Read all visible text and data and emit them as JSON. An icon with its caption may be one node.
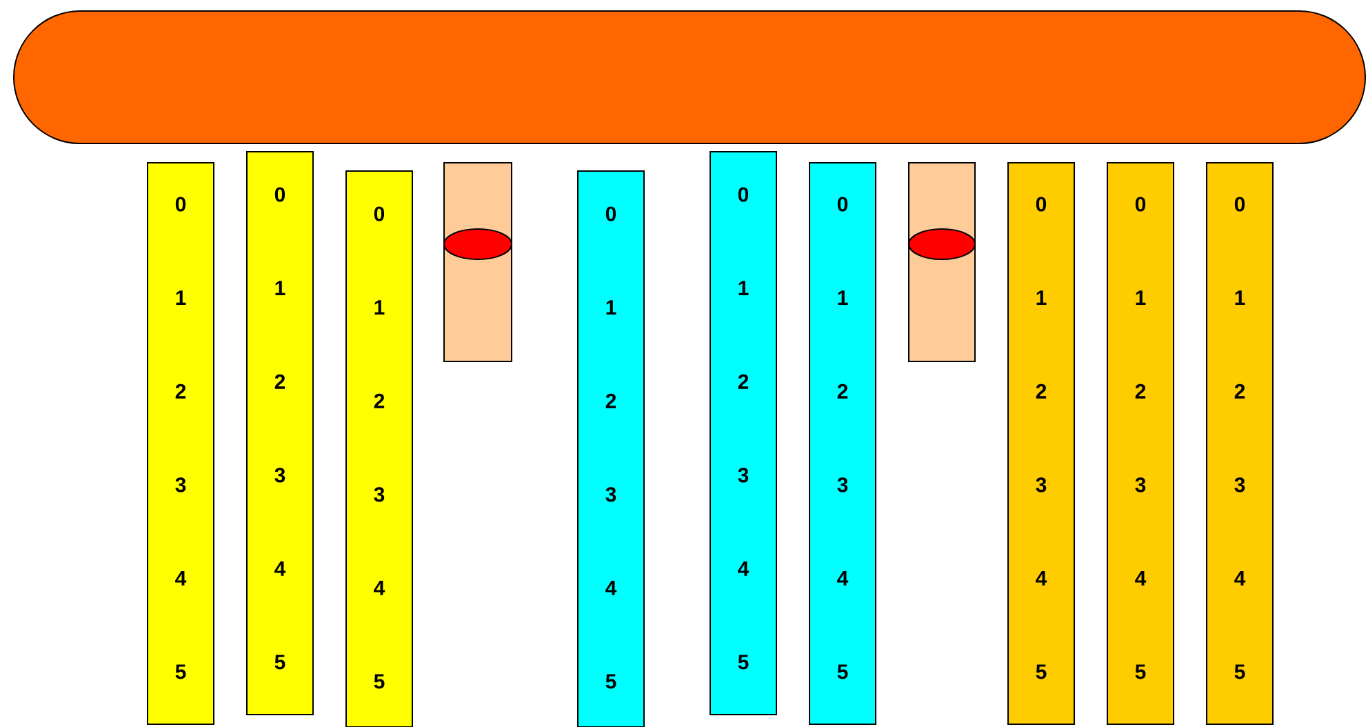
{
  "diagram": {
    "nodes": [
      {
        "text": [],
        "shape": "box"
      },
      {
        "text": [
          "0",
          "1",
          "2",
          "3",
          "4",
          "5"
        ]
      },
      {
        "text": [
          "0",
          "1",
          "2",
          "3",
          "4",
          "5"
        ]
      },
      {
        "text": [
          "0",
          "1",
          "2",
          "3",
          "4",
          "5"
        ]
      },
      {
        "text": [],
        "shape": "box"
      },
      {
        "text": [],
        "shape": "circle",
        "in": 4
      },
      {
        "text": [
          "0",
          "1",
          "2",
          "3",
          "4",
          "5"
        ]
      },
      {
        "text": [
          "0",
          "1",
          "2",
          "3",
          "4",
          "5"
        ]
      },
      {
        "text": [
          "0",
          "1",
          "2",
          "3",
          "4",
          "5"
        ]
      },
      {
        "text": [],
        "shape": "box"
      },
      {
        "text": [],
        "shape": "circle",
        "in": 9
      },
      {
        "text": [
          "0",
          "1",
          "2",
          "3",
          "4",
          "5"
        ]
      },
      {
        "text": [
          "0",
          "1",
          "2",
          "3",
          "4",
          "5"
        ]
      },
      {
        "text": [
          "0",
          "1",
          "2",
          "3",
          "4",
          "5"
        ]
      }
    ]
  }
}
